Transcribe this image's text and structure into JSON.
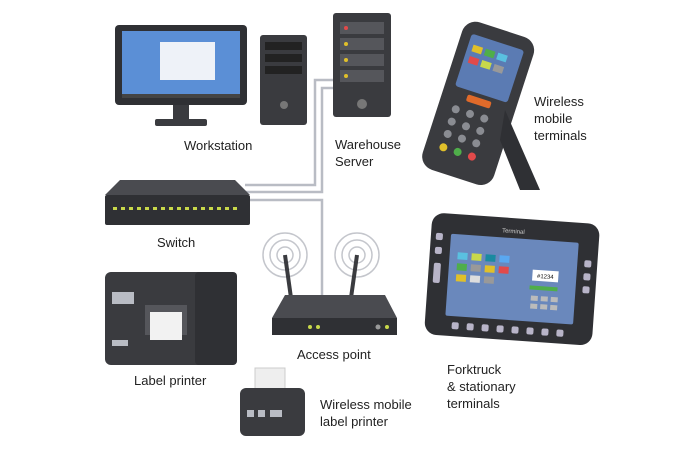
{
  "labels": {
    "workstation": "Workstation",
    "server_1": "Warehouse",
    "server_2": "Server",
    "mobile_1": "Wireless",
    "mobile_2": "mobile",
    "mobile_3": "terminals",
    "switch": "Switch",
    "label_printer": "Label printer",
    "access_point": "Access point",
    "mobile_printer_1": "Wireless mobile",
    "mobile_printer_2": "label printer",
    "forktruck_1": "Forktruck",
    "forktruck_2": "& stationary",
    "forktruck_3": "terminals"
  },
  "screen": {
    "terminal_title": "Terminal",
    "ticket": "#1234"
  },
  "colors": {
    "device_dark": "#3a3b3f",
    "screen_blue": "#5b7bb3",
    "cable": "#b9bcc4",
    "led_green": "#c8d84a"
  }
}
